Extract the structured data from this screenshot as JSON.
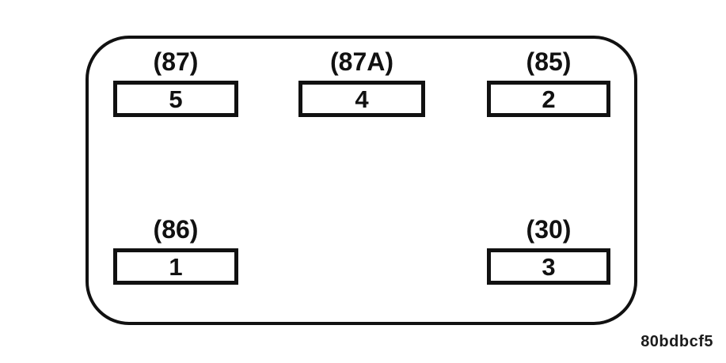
{
  "figure": {
    "code": "80bdbcf5"
  },
  "diagram": {
    "terminals": [
      {
        "terminal": "(87)",
        "pin": "5",
        "position": "top-left"
      },
      {
        "terminal": "(87A)",
        "pin": "4",
        "position": "top-center"
      },
      {
        "terminal": "(85)",
        "pin": "2",
        "position": "top-right"
      },
      {
        "terminal": "(86)",
        "pin": "1",
        "position": "bottom-left"
      },
      {
        "terminal": "(30)",
        "pin": "3",
        "position": "bottom-right"
      }
    ],
    "colors": {
      "line": "#111111",
      "background": "#ffffff"
    }
  }
}
